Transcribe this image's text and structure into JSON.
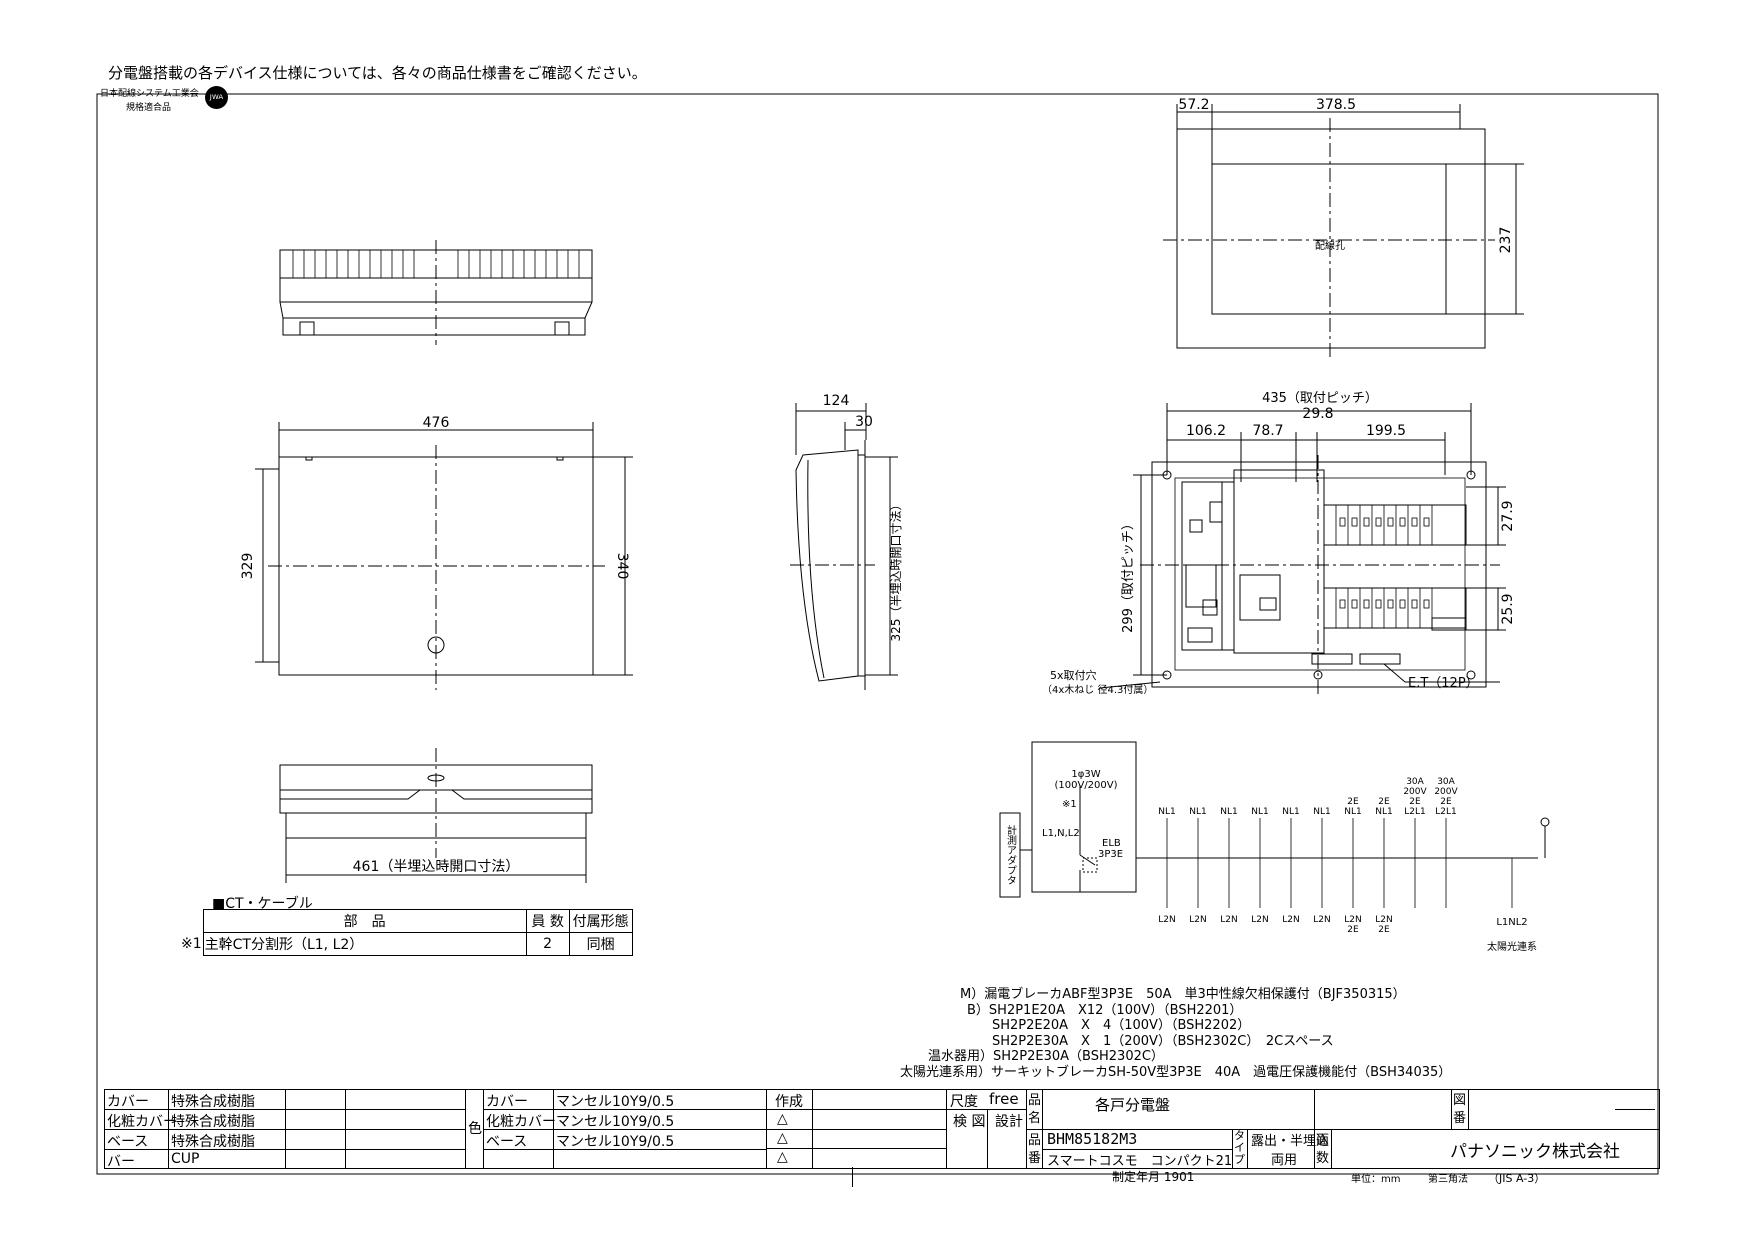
{
  "header_note": "分電盤搭載の各デバイス仕様については、各々の商品仕様書をご確認ください。",
  "cert": {
    "line1": "日本配線システム工業会",
    "line2": "規格適合品",
    "mark": "JWA"
  },
  "dims": {
    "top_width": "476",
    "top_height_left": "329",
    "top_height_right": "340",
    "side_depth": "124",
    "side_depth2": "30",
    "side_open": "325（半埋込時開口寸法）",
    "bottom_open": "461（半埋込時開口寸法）",
    "cover_57": "57.2",
    "cover_378": "378.5",
    "cover_237": "237",
    "cover_hole": "配線孔",
    "pitch_435": "435（取付ピッチ）",
    "d106": "106.2",
    "d78": "78.7",
    "d29": "29.8",
    "d199": "199.5",
    "pitch_299": "299（取付ピッチ）",
    "d27": "27.9",
    "d25": "25.9",
    "mount_holes_1": "5x取付穴",
    "mount_holes_2": "（4x木ねじ 径4.3付属）",
    "et": "E.T（12P）"
  },
  "schematic": {
    "adapter": "計測アダプタ",
    "w_label": "1φ3W",
    "v_label": "(100V/200V)",
    "star": "※1",
    "lines": "L1,N,L2",
    "elb1": "ELB",
    "elb2": "3P3E",
    "branches_top": [
      "NL1",
      "NL1",
      "NL1",
      "NL1",
      "NL1",
      "NL1",
      "2E\nNL1",
      "2E\nNL1",
      "30A\n200V\n2E\nL2L1",
      "30A\n200V\n2E\nL2L1"
    ],
    "branches_bottom": [
      "L2N",
      "L2N",
      "L2N",
      "L2N",
      "L2N",
      "L2N",
      "L2N\n2E",
      "L2N\n2E",
      "",
      ""
    ],
    "solar_label": "L1NL2",
    "solar_caption": "太陽光連系"
  },
  "ct_table": {
    "title": "■CT・ケーブル",
    "headers": [
      "部　品",
      "員 数",
      "付属形態"
    ],
    "row": {
      "mark": "※1",
      "part": "主幹CT分割形（L1, L2）",
      "qty": "2",
      "form": "同梱"
    }
  },
  "spec_lines": [
    "M）漏電ブレーカABF型3P3E　50A　単3中性線欠相保護付（BJF350315）",
    "B）SH2P1E20A　X12（100V）（BSH2201）",
    "SH2P2E20A　X　4（100V）（BSH2202）",
    "SH2P2E30A　X　1（200V）（BSH2302C）　2Cスペース",
    "温水器用）SH2P2E30A（BSH2302C）",
    "太陽光連系用）サーキットブレーカSH-50V型3P3E　40A　過電圧保護機能付（BSH34035）"
  ],
  "title_block": {
    "materials": [
      [
        "カバー",
        "特殊合成樹脂"
      ],
      [
        "化粧カバー",
        "特殊合成樹脂"
      ],
      [
        "ベース",
        "特殊合成樹脂"
      ],
      [
        "バー",
        "CUP"
      ]
    ],
    "color_label": "色",
    "colors": [
      [
        "カバー",
        "マンセル10Y9/0.5"
      ],
      [
        "化粧カバー",
        "マンセル10Y9/0.5"
      ],
      [
        "ベース",
        "マンセル10Y9/0.5"
      ]
    ],
    "made_label": "作成",
    "triangles": [
      "△",
      "△",
      "△"
    ],
    "scale_label": "尺度",
    "scale_value": "free",
    "check_label": "検 図",
    "design_label": "設計",
    "name_label": "品名",
    "name_value": "各戸分電盤",
    "number_label": "品番",
    "number_value": "BHM85182M3",
    "series": "スマートコスモ　コンパクト21",
    "type_label": "タイプ",
    "type_value1": "露出・半埋込",
    "type_value2": "両用",
    "face_label": "面数",
    "drawing_no_label": "図番",
    "company": "パナソニック株式会社",
    "date": "制定年月 1901",
    "unit": "単位：mm",
    "projection": "第三角法",
    "standard": "（JIS A-3）"
  }
}
